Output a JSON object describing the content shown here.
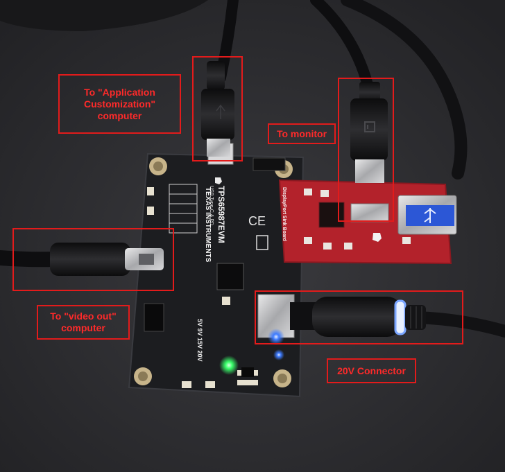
{
  "photo": {
    "board_name": "TPS65987EVM",
    "board_subtitle": "USB Type-C & PD",
    "manufacturer": "TEXAS INSTRUMENTS",
    "adapter_name": "DisplayPort Sink Board",
    "voltage_options": "5V 9V 15V 20V"
  },
  "labels": {
    "app_computer": "To \"Application Customization\" computer",
    "monitor": "To monitor",
    "video_out": "To \"video out\" computer",
    "connector_20v": "20V Connector"
  },
  "colors": {
    "callout": "#e31b1b",
    "board_pcb": "#1c1d20",
    "adapter_pcb": "#b3222b",
    "led_green": "#39ff6a",
    "led_blue": "#3d7bff"
  }
}
